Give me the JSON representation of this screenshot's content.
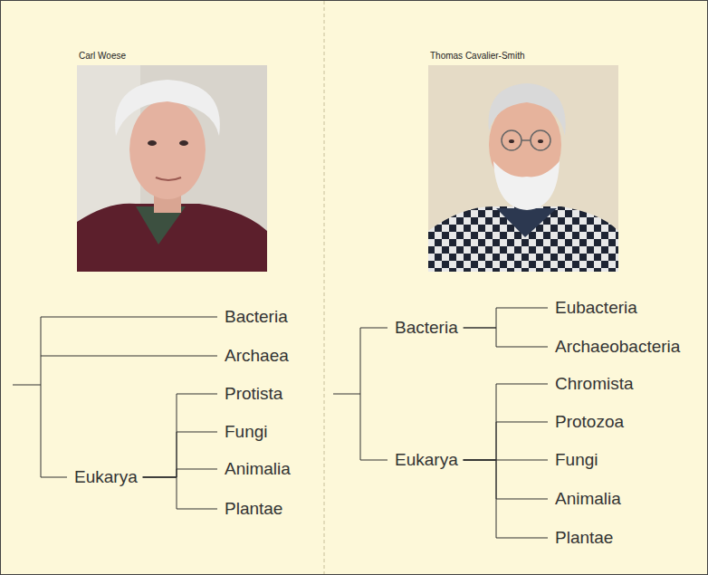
{
  "diagram": {
    "nodes": [
      {
        "text": [
          "Bacteria"
        ]
      },
      {
        "text": [
          "Archaea"
        ]
      },
      {
        "text": [
          "Eukarya"
        ]
      },
      {
        "text": [
          "Protista"
        ]
      },
      {
        "text": [
          "Fungi"
        ]
      },
      {
        "text": [
          "Animalia"
        ]
      },
      {
        "text": [
          "Plantae"
        ]
      },
      {
        "text": [
          "Bacteria"
        ]
      },
      {
        "text": [
          "Eubacteria"
        ]
      },
      {
        "text": [
          "Archaeobacteria"
        ]
      },
      {
        "text": [
          "Eukarya"
        ]
      },
      {
        "text": [
          "Chromista"
        ]
      },
      {
        "text": [
          "Protozoa"
        ]
      },
      {
        "text": [
          "Fungi"
        ]
      },
      {
        "text": [
          "Animalia"
        ]
      },
      {
        "text": [
          "Plantae"
        ]
      }
    ],
    "edges": [
      {
        "from": 2,
        "to": 3,
        "arrow": "none"
      },
      {
        "from": 2,
        "to": 4,
        "arrow": "none"
      },
      {
        "from": 2,
        "to": 5,
        "arrow": "none"
      },
      {
        "from": 2,
        "to": 6,
        "arrow": "none"
      },
      {
        "from": 7,
        "to": 8,
        "arrow": "none"
      },
      {
        "from": 7,
        "to": 9,
        "arrow": "none"
      },
      {
        "from": 10,
        "to": 11,
        "arrow": "none"
      },
      {
        "from": 10,
        "to": 12,
        "arrow": "none"
      },
      {
        "from": 10,
        "to": 13,
        "arrow": "none"
      },
      {
        "from": 10,
        "to": 14,
        "arrow": "none"
      },
      {
        "from": 10,
        "to": 15,
        "arrow": "none"
      }
    ],
    "labels": [
      "Carl Woese",
      "Thomas Cavalier-Smith"
    ]
  }
}
